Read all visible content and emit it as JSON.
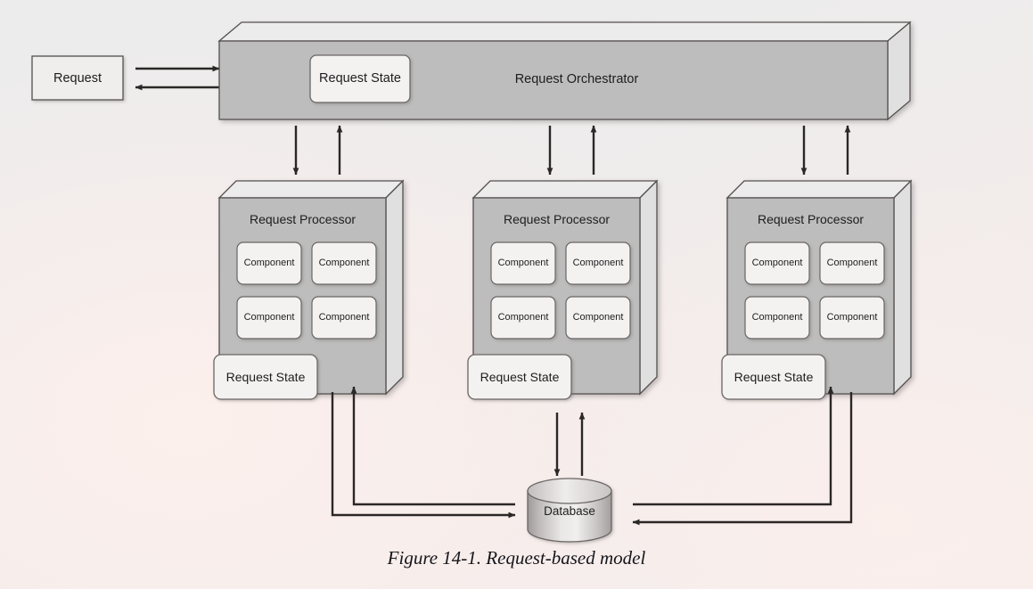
{
  "figure": {
    "caption": "Figure 14-1. Request-based model",
    "title": "Request-based model",
    "number": "14-1"
  },
  "colors": {
    "box_front": "#bdbdbd",
    "box_top": "#eeeeee",
    "box_side": "#e2e2e2",
    "inner_box_fill": "#f4f2f1",
    "stroke": "#55504f",
    "arrow": "#2b2726",
    "text": "#1d1d1f",
    "background_warm": "#f9eeeb",
    "background_cool": "#ececed"
  },
  "request": {
    "label": "Request"
  },
  "orchestrator": {
    "label": "Request Orchestrator",
    "state": {
      "label": "Request State"
    }
  },
  "processors": [
    {
      "label": "Request Processor",
      "state": {
        "label": "Request State"
      },
      "components": [
        {
          "label": "Component"
        },
        {
          "label": "Component"
        },
        {
          "label": "Component"
        },
        {
          "label": "Component"
        }
      ]
    },
    {
      "label": "Request Processor",
      "state": {
        "label": "Request State"
      },
      "components": [
        {
          "label": "Component"
        },
        {
          "label": "Component"
        },
        {
          "label": "Component"
        },
        {
          "label": "Component"
        }
      ]
    },
    {
      "label": "Request Processor",
      "state": {
        "label": "Request State"
      },
      "components": [
        {
          "label": "Component"
        },
        {
          "label": "Component"
        },
        {
          "label": "Component"
        },
        {
          "label": "Component"
        }
      ]
    }
  ],
  "database": {
    "label": "Database"
  },
  "connections": [
    {
      "from": "request",
      "to": "orchestrator",
      "direction": "right"
    },
    {
      "from": "orchestrator",
      "to": "request",
      "direction": "left"
    },
    {
      "from": "orchestrator",
      "to": "processor-1",
      "direction": "down"
    },
    {
      "from": "processor-1",
      "to": "orchestrator",
      "direction": "up"
    },
    {
      "from": "orchestrator",
      "to": "processor-2",
      "direction": "down"
    },
    {
      "from": "processor-2",
      "to": "orchestrator",
      "direction": "up"
    },
    {
      "from": "orchestrator",
      "to": "processor-3",
      "direction": "down"
    },
    {
      "from": "processor-3",
      "to": "orchestrator",
      "direction": "up"
    },
    {
      "from": "processor-1",
      "to": "database",
      "direction": "elbow-right"
    },
    {
      "from": "database",
      "to": "processor-1",
      "direction": "elbow-up"
    },
    {
      "from": "processor-2",
      "to": "database",
      "direction": "down"
    },
    {
      "from": "database",
      "to": "processor-2",
      "direction": "up"
    },
    {
      "from": "processor-3",
      "to": "database",
      "direction": "elbow-left"
    },
    {
      "from": "database",
      "to": "processor-3",
      "direction": "elbow-up"
    }
  ]
}
